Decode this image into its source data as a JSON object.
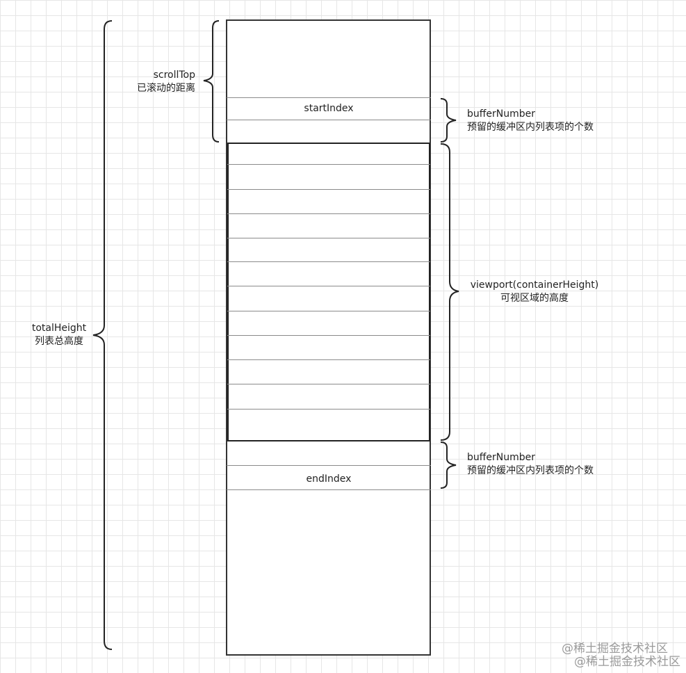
{
  "cells": {
    "start_label": "startIndex",
    "end_label": "endIndex"
  },
  "annotations": {
    "scroll_top": {
      "line1": "scrollTop",
      "line2": "已滚动的距离"
    },
    "buffer_top": {
      "line1": "bufferNumber",
      "line2": "预留的缓冲区内列表项的个数"
    },
    "viewport": {
      "line1": "viewport(containerHeight)",
      "line2": "可视区域的高度"
    },
    "buffer_bottom": {
      "line1": "bufferNumber",
      "line2": "预留的缓冲区内列表项的个数"
    },
    "total_height": {
      "line1": "totalHeight",
      "line2": "列表总高度"
    }
  },
  "watermark": {
    "line1": "@稀土掘金技术社区",
    "line2": "@稀土掘金技术社区"
  }
}
